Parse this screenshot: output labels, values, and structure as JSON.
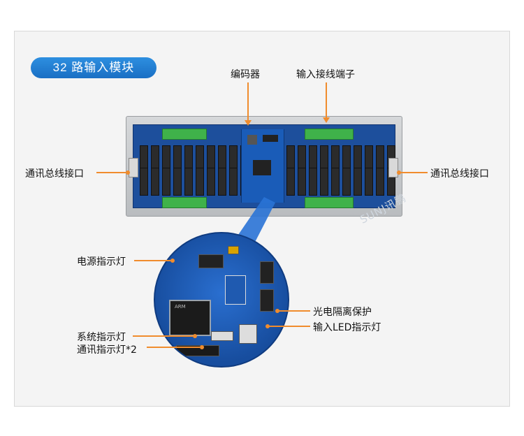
{
  "title": "32 路输入模块",
  "labels": {
    "encoder": "编码器",
    "input_terminal": "输入接线端子",
    "bus_left": "通讯总线接口",
    "bus_right": "通讯总线接口",
    "power_led": "电源指示灯",
    "opto_isolation": "光电隔离保护",
    "input_led": "输入LED指示灯",
    "system_led": "系统指示灯",
    "comm_led": "通讯指示灯*2"
  },
  "watermark": "SUNJ讯鹏",
  "colors": {
    "accent": "#f08c2d",
    "pill": "#1f7ad0",
    "board": "#1d4f9c",
    "terminal": "#3fb24a"
  }
}
